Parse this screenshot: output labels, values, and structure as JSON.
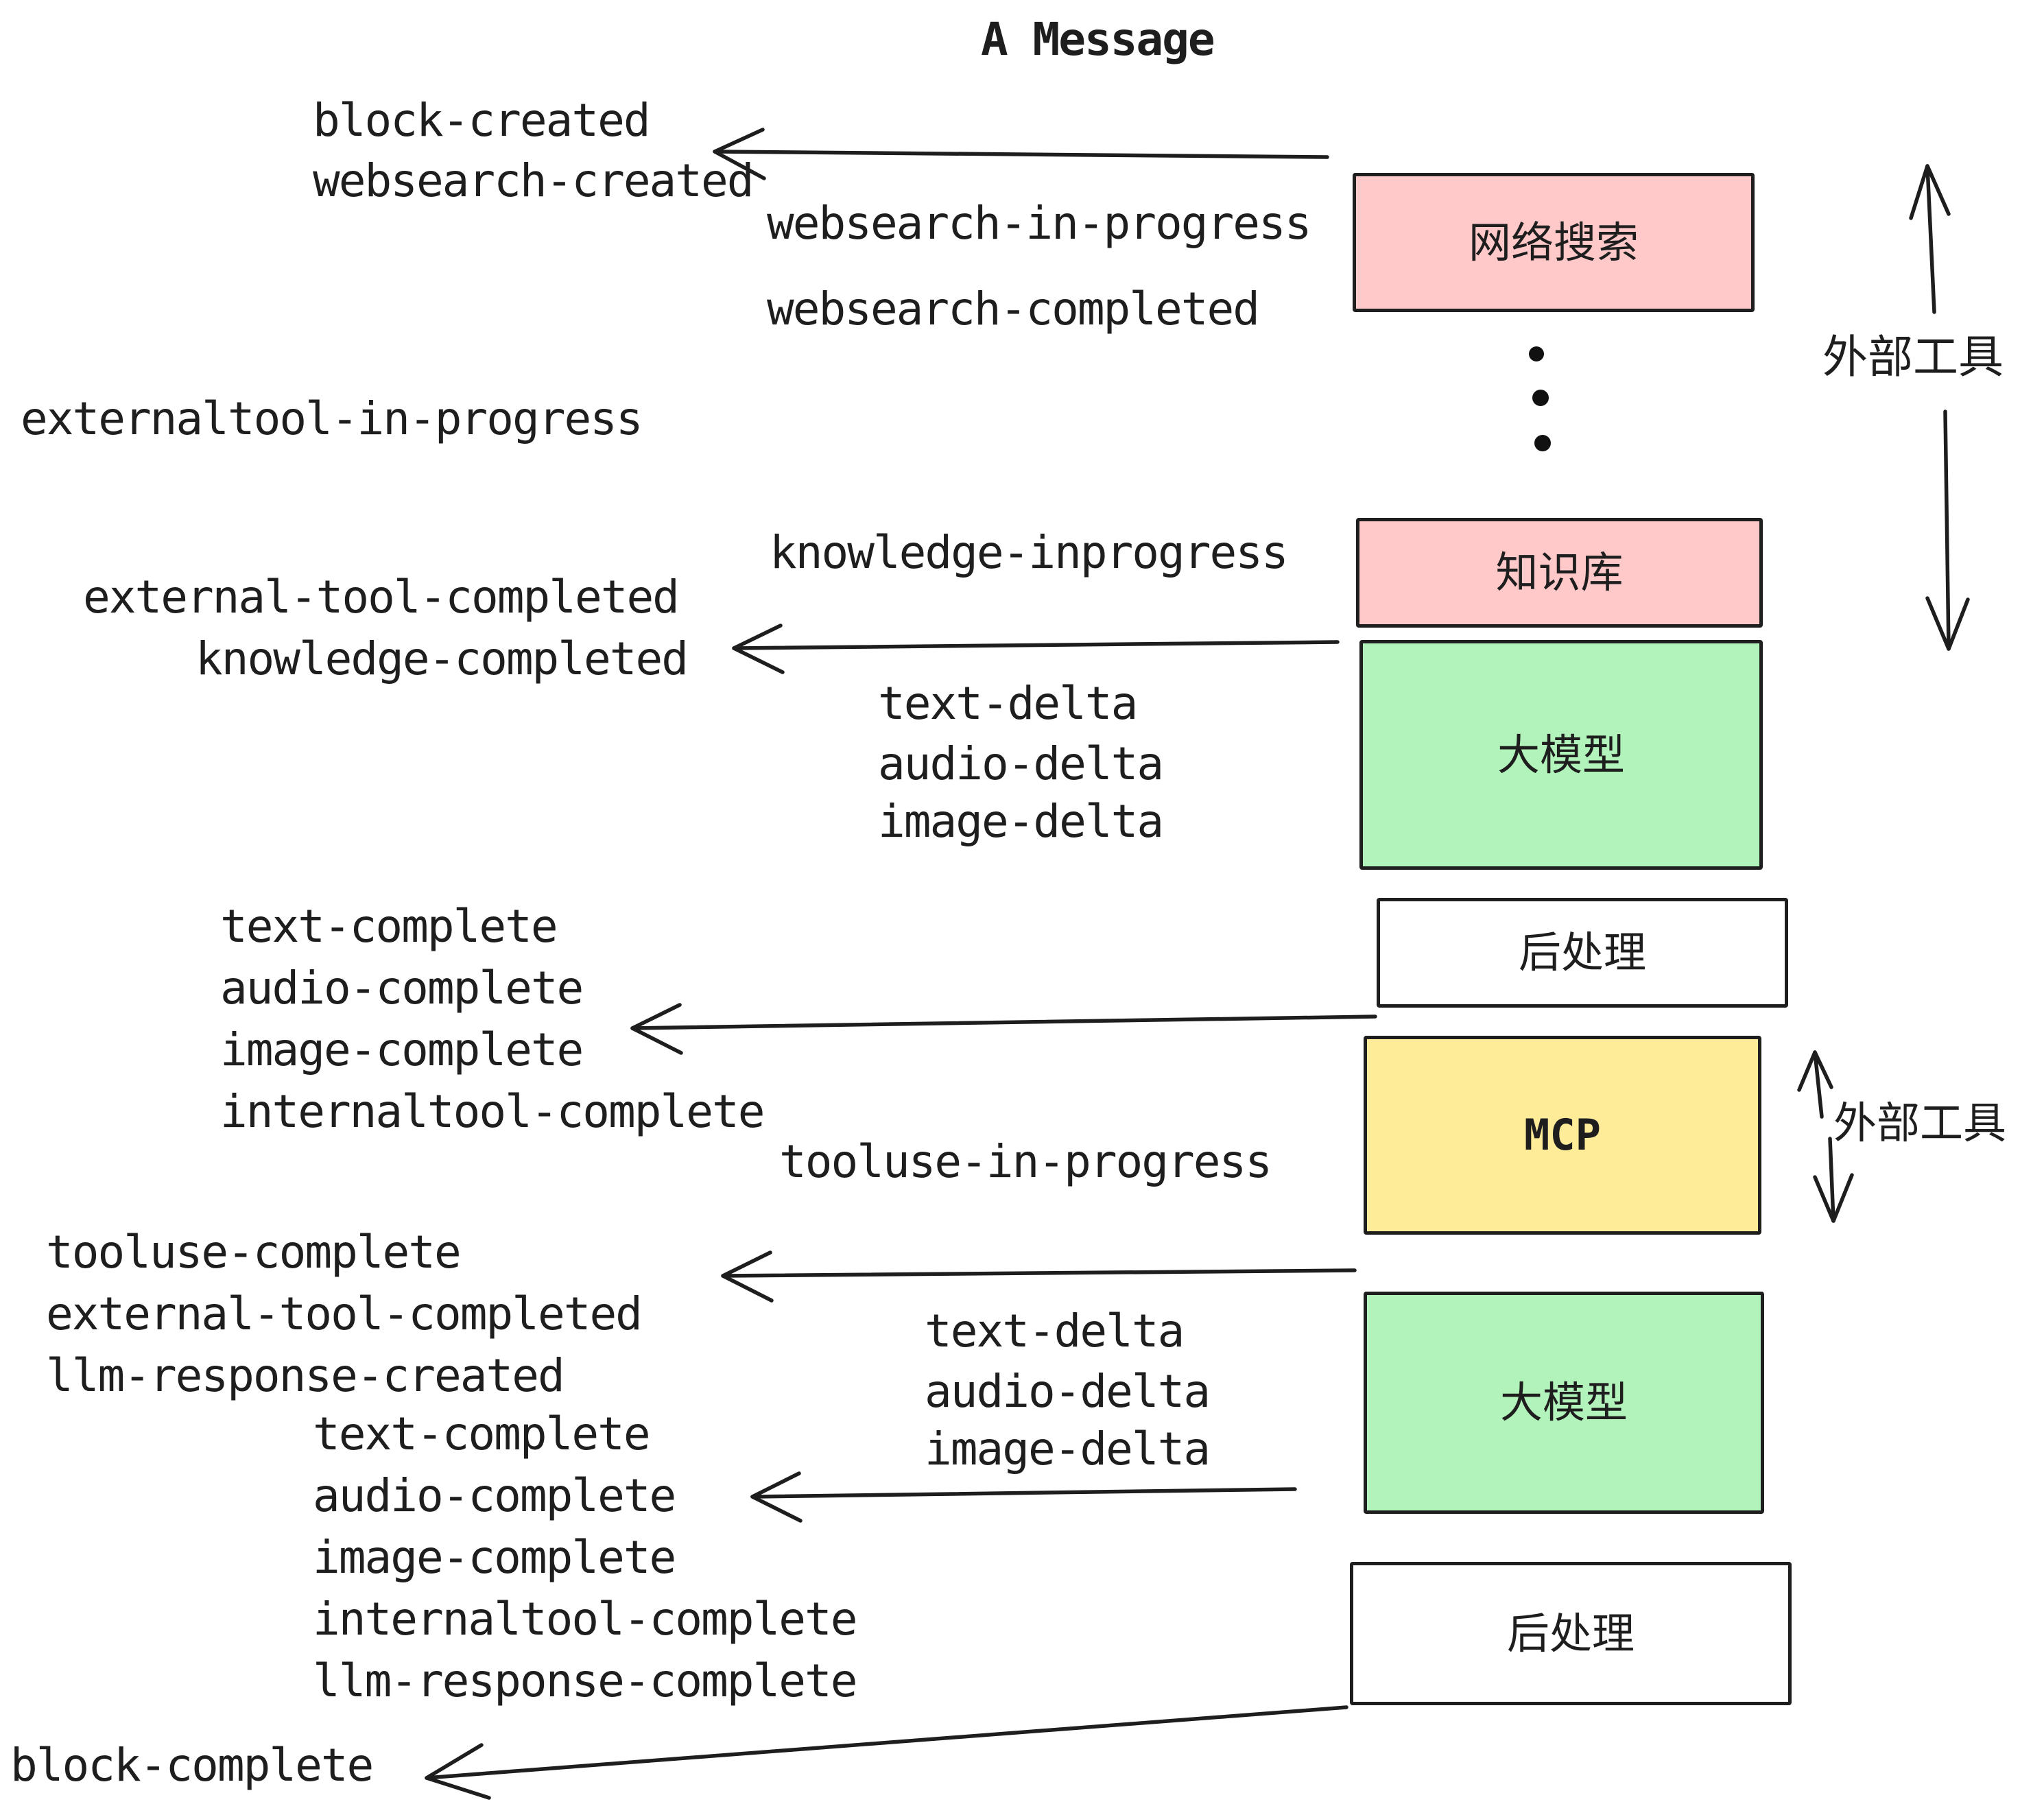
{
  "title": "A Message",
  "colors": {
    "pink": "#ffc9c9",
    "green": "#b2f2bb",
    "yellow": "#ffec99",
    "white": "#ffffff",
    "ink": "#1e1e1e"
  },
  "events": {
    "block_created": "block-created",
    "websearch_created": "websearch-created",
    "websearch_in_progress": "websearch-in-progress",
    "websearch_completed": "websearch-completed",
    "externaltool_in_progress": "externaltool-in-progress",
    "knowledge_inprogress": "knowledge-inprogress",
    "external_tool_completed": "external-tool-completed",
    "knowledge_completed": "knowledge-completed",
    "text_delta": "text-delta",
    "audio_delta": "audio-delta",
    "image_delta": "image-delta",
    "text_complete": "text-complete",
    "audio_complete": "audio-complete",
    "image_complete": "image-complete",
    "internaltool_complete": "internaltool-complete",
    "tooluse_in_progress": "tooluse-in-progress",
    "tooluse_complete": "tooluse-complete",
    "llm_response_created": "llm-response-created",
    "llm_response_complete": "llm-response-complete",
    "block_complete": "block-complete"
  },
  "boxes": {
    "websearch": "网络搜索",
    "knowledge": "知识库",
    "llm": "大模型",
    "post": "后处理",
    "mcp": "MCP"
  },
  "annotations": {
    "external_tools": "外部工具"
  }
}
